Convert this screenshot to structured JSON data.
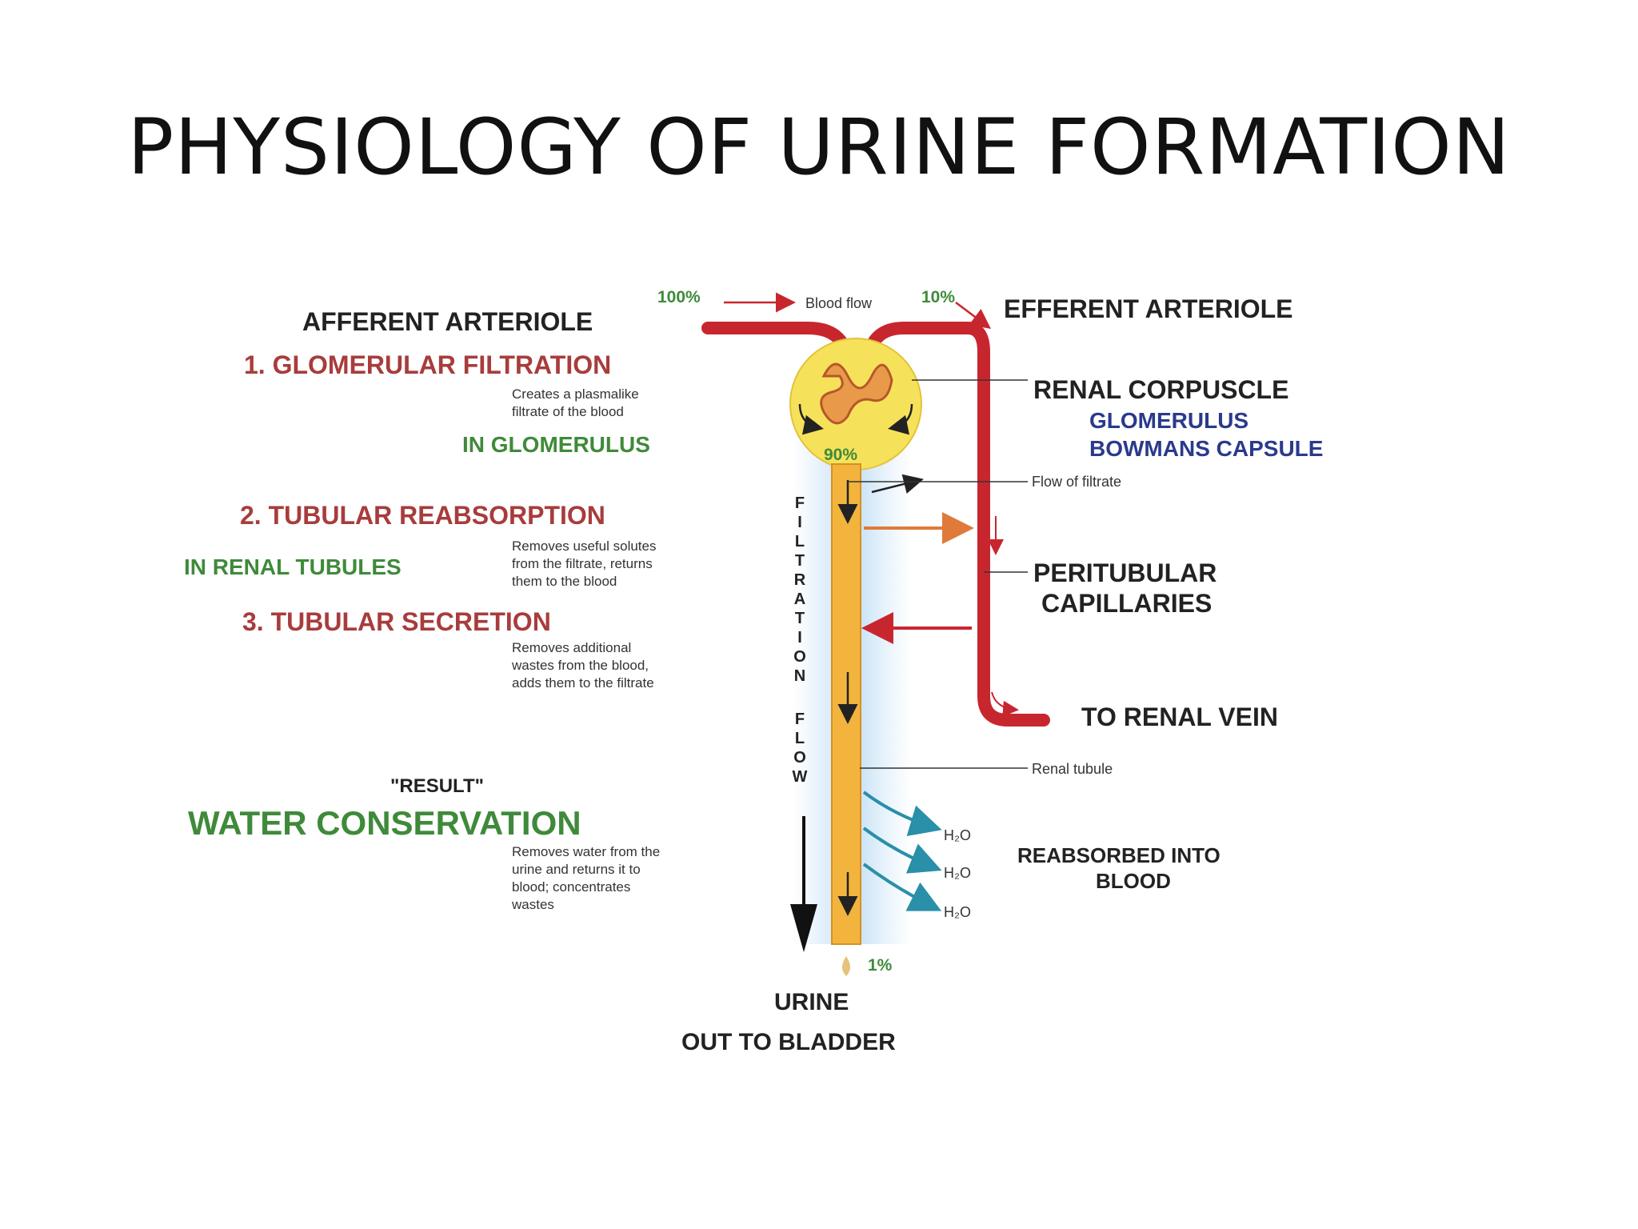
{
  "title": "PHYSIOLOGY OF URINE FORMATION",
  "diagram": {
    "blood_flow": {
      "in_percent": "100%",
      "out_percent": "10%",
      "label": "Blood flow",
      "filtrate_percent": "90%",
      "urine_percent": "1%"
    },
    "left": {
      "afferent": "AFFERENT ARTERIOLE",
      "step1_title": "1. GLOMERULAR FILTRATION",
      "step1_desc": [
        "Creates a plasmalike",
        "filtrate of the blood"
      ],
      "step1_location": "IN GLOMERULUS",
      "step2_title": "2. TUBULAR REABSORPTION",
      "step2_location": "IN RENAL TUBULES",
      "step2_desc": [
        "Removes useful solutes",
        "from the filtrate, returns",
        "them to the blood"
      ],
      "step3_title": "3. TUBULAR SECRETION",
      "step3_desc": [
        "Removes additional",
        "wastes from the blood,",
        "adds them to the filtrate"
      ],
      "result": "\"RESULT\"",
      "water_title": "WATER CONSERVATION",
      "water_desc": [
        "Removes water from the",
        "urine and returns it to",
        "blood; concentrates",
        "wastes"
      ]
    },
    "center": {
      "filtration_flow": "FILTRATION FLOW",
      "h2o": "H₂O",
      "urine": "URINE",
      "out_to_bladder": "OUT TO BLADDER"
    },
    "right": {
      "efferent": "EFFERENT ARTERIOLE",
      "renal_corpuscle": "RENAL CORPUSCLE",
      "glomerulus": "GLOMERULUS",
      "bowmans": "BOWMANS CAPSULE",
      "flow_of_filtrate": "Flow of filtrate",
      "peritubular": [
        "PERITUBULAR",
        "CAPILLARIES"
      ],
      "renal_vein": "TO RENAL VEIN",
      "renal_tubule": "Renal tubule",
      "reabsorbed": [
        "REABSORBED INTO",
        "BLOOD"
      ]
    },
    "colors": {
      "red_vessel": "#c8262e",
      "step_title": "#a83c3c",
      "green": "#3f8a3a",
      "blue_label": "#2a3a8c",
      "tubule": "#f2b43c",
      "corpuscle": "#f6e25a",
      "teal_arrow": "#2a8fa8",
      "orange_arrow": "#e07a3a"
    }
  }
}
